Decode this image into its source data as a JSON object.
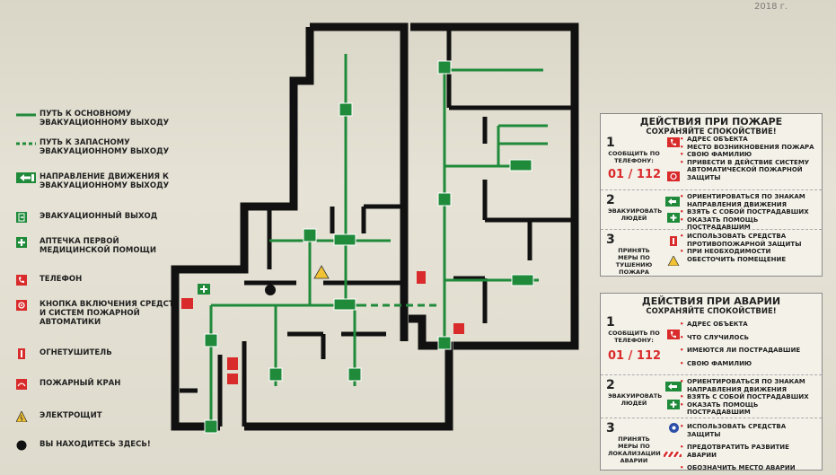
{
  "header": {
    "year": "2018 г."
  },
  "legend": {
    "items": [
      {
        "label": "ПУТЬ К ОСНОВНОМУ ЭВАКУАЦИОННОМУ ВЫХОДУ"
      },
      {
        "label": "ПУТЬ К ЗАПАСНОМУ ЭВАКУАЦИОННОМУ ВЫХОДУ"
      },
      {
        "label": "НАПРАВЛЕНИЕ ДВИЖЕНИЯ К ЭВАКУАЦИОННОМУ ВЫХОДУ"
      },
      {
        "label": "ЭВАКУАЦИОННЫЙ ВЫХОД"
      },
      {
        "label": "АПТЕЧКА ПЕРВОЙ МЕДИЦИНСКОЙ ПОМОЩИ"
      },
      {
        "label": "ТЕЛЕФОН"
      },
      {
        "label": "КНОПКА ВКЛЮЧЕНИЯ СРЕДСТВ И СИСТЕМ ПОЖАРНОЙ АВТОМАТИКИ"
      },
      {
        "label": "ОГНЕТУШИТЕЛЬ"
      },
      {
        "label": "ПОЖАРНЫЙ КРАН"
      },
      {
        "label": "ЭЛЕКТРОЩИТ"
      },
      {
        "label": "ВЫ НАХОДИТЕСЬ ЗДЕСЬ!"
      }
    ]
  },
  "fire": {
    "title": "ДЕЙСТВИЯ ПРИ ПОЖАРЕ",
    "subtitle": "СОХРАНЯЙТЕ СПОКОЙСТВИЕ!",
    "steps": [
      {
        "num": "1",
        "label": "СООБЩИТЬ ПО ТЕЛЕФОНУ:",
        "phone_a": "01",
        "phone_b": "112",
        "items": [
          "АДРЕС ОБЪЕКТА",
          "МЕСТО ВОЗНИКНОВЕНИЯ ПОЖАРА",
          "СВОЮ ФАМИЛИЮ",
          "ПРИВЕСТИ В ДЕЙСТВИЕ СИСТЕМУ АВТОМАТИЧЕСКОЙ ПОЖАРНОЙ ЗАЩИТЫ"
        ]
      },
      {
        "num": "2",
        "label": "ЭВАКУИРОВАТЬ ЛЮДЕЙ",
        "items": [
          "ОРИЕНТИРОВАТЬСЯ ПО ЗНАКАМ НАПРАВЛЕНИЯ ДВИЖЕНИЯ",
          "ВЗЯТЬ С СОБОЙ ПОСТРАДАВШИХ",
          "ОКАЗАТЬ ПОМОЩЬ ПОСТРАДАВШИМ"
        ]
      },
      {
        "num": "3",
        "label": "ПРИНЯТЬ МЕРЫ ПО ТУШЕНИЮ ПОЖАРА",
        "items": [
          "ИСПОЛЬЗОВАТЬ СРЕДСТВА ПРОТИВОПОЖАРНОЙ ЗАЩИТЫ",
          "ПРИ НЕОБХОДИМОСТИ ОБЕСТОЧИТЬ ПОМЕЩЕНИЕ"
        ]
      }
    ]
  },
  "accident": {
    "title": "ДЕЙСТВИЯ ПРИ АВАРИИ",
    "subtitle": "СОХРАНЯЙТЕ СПОКОЙСТВИЕ!",
    "steps": [
      {
        "num": "1",
        "label": "СООБЩИТЬ ПО ТЕЛЕФОНУ:",
        "phone_a": "01",
        "phone_b": "112",
        "items": [
          "АДРЕС ОБЪЕКТА",
          "ЧТО СЛУЧИЛОСЬ",
          "ИМЕЮТСЯ ЛИ ПОСТРАДАВШИЕ",
          "СВОЮ ФАМИЛИЮ"
        ]
      },
      {
        "num": "2",
        "label": "ЭВАКУИРОВАТЬ ЛЮДЕЙ",
        "items": [
          "ОРИЕНТИРОВАТЬСЯ ПО ЗНАКАМ НАПРАВЛЕНИЯ ДВИЖЕНИЯ",
          "ВЗЯТЬ С СОБОЙ ПОСТРАДАВШИХ",
          "ОКАЗАТЬ ПОМОЩЬ ПОСТРАДАВШИМ"
        ]
      },
      {
        "num": "3",
        "label": "ПРИНЯТЬ МЕРЫ ПО ЛОКАЛИЗАЦИИ АВАРИИ",
        "items": [
          "ИСПОЛЬЗОВАТЬ СРЕДСТВА ЗАЩИТЫ",
          "ПРЕДОТВРАТИТЬ РАЗВИТИЕ АВАРИИ",
          "ОБОЗНАЧИТЬ МЕСТО АВАРИИ"
        ]
      }
    ]
  },
  "colors": {
    "wall": "#111111",
    "route": "#1f8a3a",
    "alarm": "#d92b2b"
  }
}
